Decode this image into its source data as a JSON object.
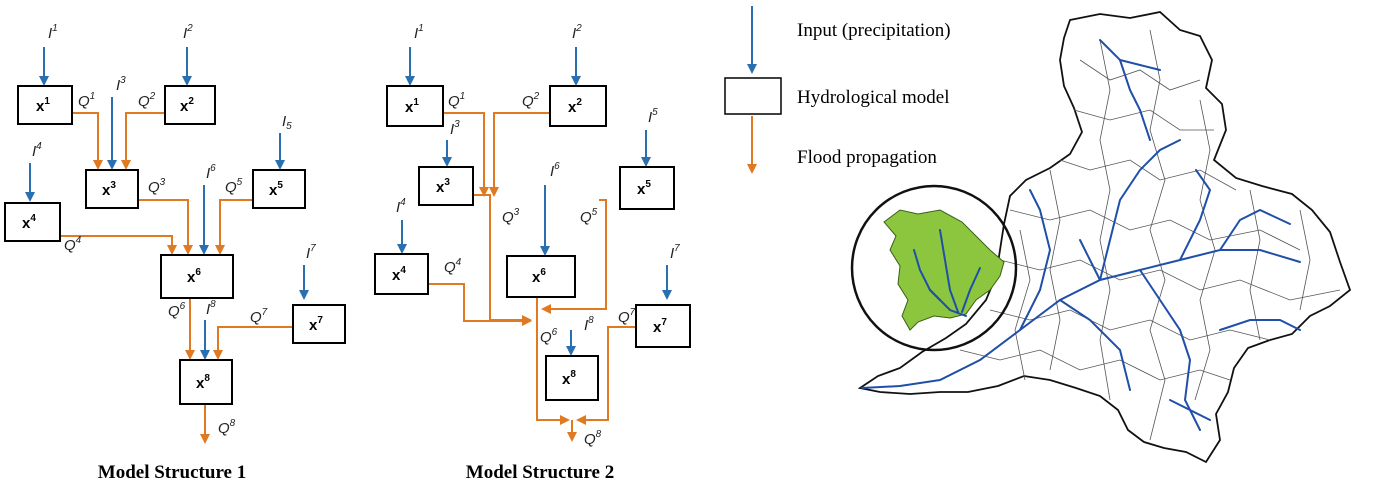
{
  "structure1": {
    "caption": "Model Structure 1",
    "nodes": {
      "x1": {
        "base": "x",
        "sup": "1"
      },
      "x2": {
        "base": "x",
        "sup": "2"
      },
      "x3": {
        "base": "x",
        "sup": "3"
      },
      "x4": {
        "base": "x",
        "sup": "4"
      },
      "x5": {
        "base": "x",
        "sup": "5"
      },
      "x6": {
        "base": "x",
        "sup": "6"
      },
      "x7": {
        "base": "x",
        "sup": "7"
      },
      "x8": {
        "base": "x",
        "sup": "8"
      }
    },
    "inputs": {
      "I1": {
        "base": "I",
        "sup": "1"
      },
      "I2": {
        "base": "I",
        "sup": "2"
      },
      "I3": {
        "base": "I",
        "sup": "3"
      },
      "I4": {
        "base": "I",
        "sup": "4"
      },
      "I5": {
        "base": "I",
        "sub": "5"
      },
      "I6": {
        "base": "I",
        "sup": "6"
      },
      "I7": {
        "base": "I",
        "sup": "7"
      },
      "I8": {
        "base": "I",
        "sup": "8"
      }
    },
    "flows": {
      "Q1": {
        "base": "Q",
        "sup": "1"
      },
      "Q2": {
        "base": "Q",
        "sup": "2"
      },
      "Q3": {
        "base": "Q",
        "sup": "3"
      },
      "Q4": {
        "base": "Q",
        "sup": "4"
      },
      "Q5": {
        "base": "Q",
        "sup": "5"
      },
      "Q6": {
        "base": "Q",
        "sup": "6"
      },
      "Q7": {
        "base": "Q",
        "sup": "7"
      },
      "Q8": {
        "base": "Q",
        "sup": "8"
      }
    }
  },
  "structure2": {
    "caption": "Model Structure 2",
    "nodes": {
      "x1": {
        "base": "x",
        "sup": "1"
      },
      "x2": {
        "base": "x",
        "sup": "2"
      },
      "x3": {
        "base": "x",
        "sup": "3"
      },
      "x4": {
        "base": "x",
        "sup": "4"
      },
      "x5": {
        "base": "x",
        "sup": "5"
      },
      "x6": {
        "base": "x",
        "sup": "6"
      },
      "x7": {
        "base": "x",
        "sup": "7"
      },
      "x8": {
        "base": "x",
        "sup": "8"
      }
    },
    "inputs": {
      "I1": {
        "base": "I",
        "sup": "1"
      },
      "I2": {
        "base": "I",
        "sup": "2"
      },
      "I3": {
        "base": "I",
        "sup": "3"
      },
      "I4": {
        "base": "I",
        "sup": "4"
      },
      "I5": {
        "base": "I",
        "sup": "5"
      },
      "I6": {
        "base": "I",
        "sup": "6"
      },
      "I7": {
        "base": "I",
        "sup": "7"
      },
      "I8": {
        "base": "I",
        "sup": "8"
      }
    },
    "flows": {
      "Q1": {
        "base": "Q",
        "sup": "1"
      },
      "Q2": {
        "base": "Q",
        "sup": "2"
      },
      "Q3": {
        "base": "Q",
        "sup": "3"
      },
      "Q4": {
        "base": "Q",
        "sup": "4"
      },
      "Q5": {
        "base": "Q",
        "sup": "5"
      },
      "Q6": {
        "base": "Q",
        "sup": "6"
      },
      "Q7": {
        "base": "Q",
        "sup": "7"
      },
      "Q8": {
        "base": "Q",
        "sup": "8"
      }
    }
  },
  "legend": {
    "input": "Input (precipitation)",
    "model": "Hydrological model",
    "flood": "Flood propagation"
  },
  "colors": {
    "input_arrow": "#2a6fb0",
    "flood_arrow": "#e07a22",
    "river": "#1f4fa8",
    "highlight_subbasin": "#8cc63f"
  }
}
